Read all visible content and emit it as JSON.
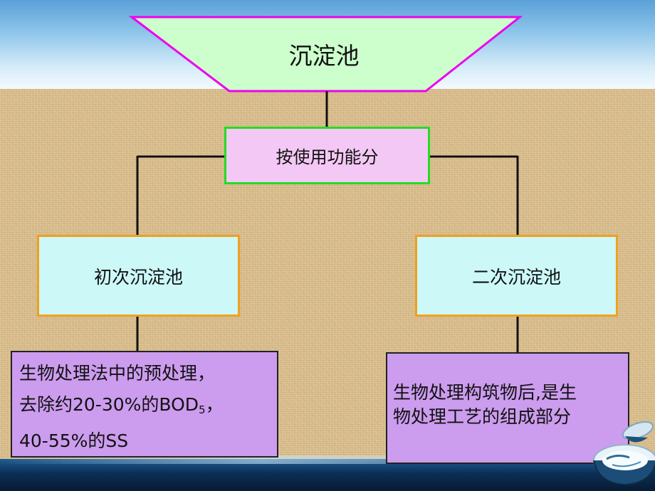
{
  "diagram": {
    "title": "沉淀池",
    "criterion": "按使用功能分",
    "categories": [
      {
        "name": "初次沉淀池",
        "description_lines": [
          {
            "text": "生物处理法中的预处理，"
          },
          {
            "text": "去除约20-30%的BOD",
            "subscript": "5",
            "suffix": "，"
          },
          {
            "text": "40-55%的SS"
          }
        ]
      },
      {
        "name": "二次沉淀池",
        "description_lines": [
          {
            "text": "生物处理构筑物后,是生"
          },
          {
            "text": "物处理工艺的组成部分"
          }
        ]
      }
    ]
  },
  "colors": {
    "title_fill": "#ccffcc",
    "title_border": "#ee00ee",
    "criterion_fill": "#f4c8f4",
    "criterion_border": "#22dd22",
    "category_fill": "#ccf8f8",
    "category_border": "#f0a020",
    "description_fill": "#cc9cee",
    "connector": "#111111"
  }
}
